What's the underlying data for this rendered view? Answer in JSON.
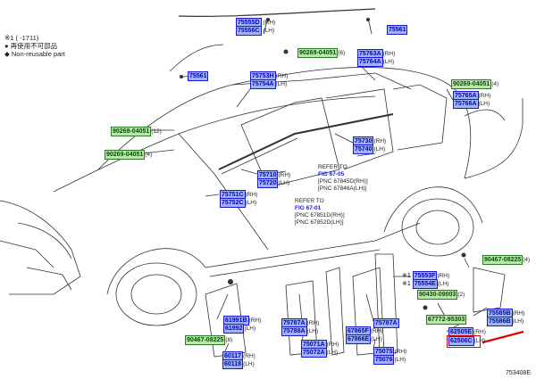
{
  "notes": {
    "line1": "※1 (    -1711)",
    "line2": "● 再使用不可部品",
    "line3": "◆ Non-reusable part"
  },
  "parts": [
    {
      "code": "75555D",
      "side": "(RH)"
    },
    {
      "code": "75556C",
      "side": "(LH)"
    },
    {
      "code": "75561",
      "side": ""
    },
    {
      "code": "90269-04051",
      "side": "(6)",
      "green": true
    },
    {
      "code": "75763A",
      "side": "(RH)"
    },
    {
      "code": "75764A",
      "side": "(LH)"
    },
    {
      "code": "75561",
      "side": ""
    },
    {
      "code": "75753H",
      "side": "(RH)"
    },
    {
      "code": "75754A",
      "side": "(LH)"
    },
    {
      "code": "90269-04051",
      "side": "(4)",
      "green": true
    },
    {
      "code": "75765A",
      "side": "(RH)"
    },
    {
      "code": "75766A",
      "side": "(LH)"
    },
    {
      "code": "90269-04051",
      "side": "(12)",
      "green": true
    },
    {
      "code": "90269-04051",
      "side": "(4)",
      "green": true
    },
    {
      "code": "75730",
      "side": "(RH)"
    },
    {
      "code": "75740",
      "side": "(LH)"
    },
    {
      "code": "75710",
      "side": "(RH)"
    },
    {
      "code": "75720",
      "side": "(LH)"
    },
    {
      "code": "75751C",
      "side": "(RH)"
    },
    {
      "code": "75752C",
      "side": "(LH)"
    },
    {
      "code": "90467-08225",
      "side": "(4)",
      "green": true
    },
    {
      "code": "75553F",
      "side": "(RH)"
    },
    {
      "code": "75554E",
      "side": "(LH)"
    },
    {
      "code": "90430-09003",
      "side": "(2)",
      "green": true
    },
    {
      "code": "75585B",
      "side": "(RH)"
    },
    {
      "code": "75586B",
      "side": "(LH)"
    },
    {
      "code": "67772-95303",
      "side": "",
      "green": true
    },
    {
      "code": "61991B",
      "side": "(RH)"
    },
    {
      "code": "61992",
      "side": "(LH)"
    },
    {
      "code": "90467-08225",
      "side": "(8)",
      "green": true
    },
    {
      "code": "75787A",
      "side": "(RH)"
    },
    {
      "code": "75788A",
      "side": "(LH)"
    },
    {
      "code": "67865F",
      "side": "(RH)"
    },
    {
      "code": "67866E",
      "side": "(LH)"
    },
    {
      "code": "75787A",
      "side": ""
    },
    {
      "code": "62505E",
      "side": "(RH)"
    },
    {
      "code": "62506C",
      "side": "(LH)"
    },
    {
      "code": "75071A",
      "side": "(RH)"
    },
    {
      "code": "75072A",
      "side": "(LH)"
    },
    {
      "code": "75075",
      "side": "(RH)"
    },
    {
      "code": "75076",
      "side": "(LH)"
    },
    {
      "code": "60117",
      "side": "(RH)"
    },
    {
      "code": "60118",
      "side": "(LH)"
    }
  ],
  "refs": [
    {
      "title": "REFER TO",
      "fig": "FIG 67-05",
      "lines": [
        "[PNC 67845D(RH)]",
        "[PNC 67846A(LH)]"
      ]
    },
    {
      "title": "REFER TO",
      "fig": "FIG 67-01",
      "lines": [
        "[PNC 67851D(RH)]",
        "[PNC 67852D(LH)]"
      ]
    }
  ],
  "diagram_id": "753408E",
  "colors": {
    "part_box": "#9fb2ff",
    "part_border": "#1a1ad6",
    "clip_box": "#b8e8a8",
    "highlight": "#e00000"
  }
}
